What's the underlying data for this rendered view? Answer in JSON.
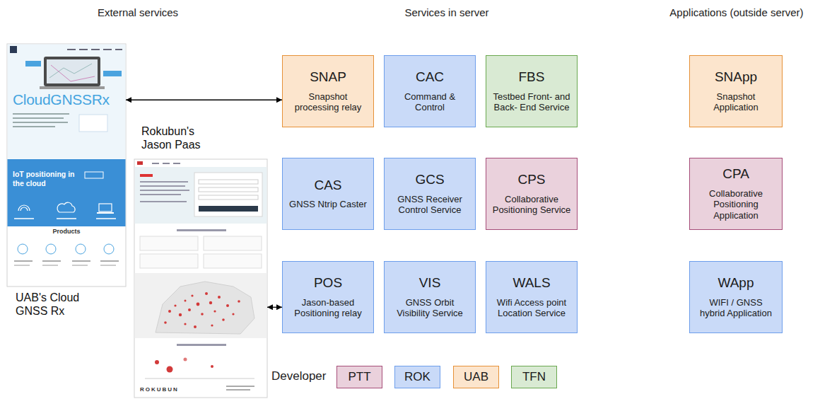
{
  "diagram": {
    "nodes": [
      {
        "text": [
          "CloudGNSSRx",
          "IoT positioning in the cloud",
          "Products",
          "UAB's Cloud GNSS Rx"
        ]
      },
      {
        "text": [
          "Rokubun's Jason Paas",
          "ROKUBUN"
        ]
      },
      {
        "text": [
          "SNAP",
          "Snapshot processing relay"
        ]
      },
      {
        "text": [
          "CAC",
          "Command & Control"
        ]
      },
      {
        "text": [
          "FBS",
          "Testbed Front- and Back- End Service"
        ]
      },
      {
        "text": [
          "CAS",
          "GNSS Ntrip Caster"
        ]
      },
      {
        "text": [
          "GCS",
          "GNSS Receiver Control Service"
        ]
      },
      {
        "text": [
          "CPS",
          "Collaborative Positioning Service"
        ]
      },
      {
        "text": [
          "POS",
          "Jason-based Positioning relay"
        ]
      },
      {
        "text": [
          "VIS",
          "GNSS Orbit Visibility Service"
        ]
      },
      {
        "text": [
          "WALS",
          "Wifi Access point Location Service"
        ]
      },
      {
        "text": [
          "SNApp",
          "Snapshot Application"
        ]
      },
      {
        "text": [
          "CPA",
          "Collaborative Positioning Application"
        ]
      },
      {
        "text": [
          "WApp",
          "WIFI / GNSS hybrid Application"
        ]
      }
    ],
    "edges": [
      {
        "from": 0,
        "to": 2,
        "arrow": "both"
      },
      {
        "from": 1,
        "to": 8,
        "arrow": "both"
      }
    ],
    "labels": [
      "External services",
      "Services in server",
      "Applications (outside server)",
      "Developer"
    ],
    "legend": [
      {
        "text": "PTT",
        "color": "#ead1dc"
      },
      {
        "text": "ROK",
        "color": "#c9daf8"
      },
      {
        "text": "UAB",
        "color": "#fce5cd"
      },
      {
        "text": "TFN",
        "color": "#d9ead3"
      }
    ]
  }
}
